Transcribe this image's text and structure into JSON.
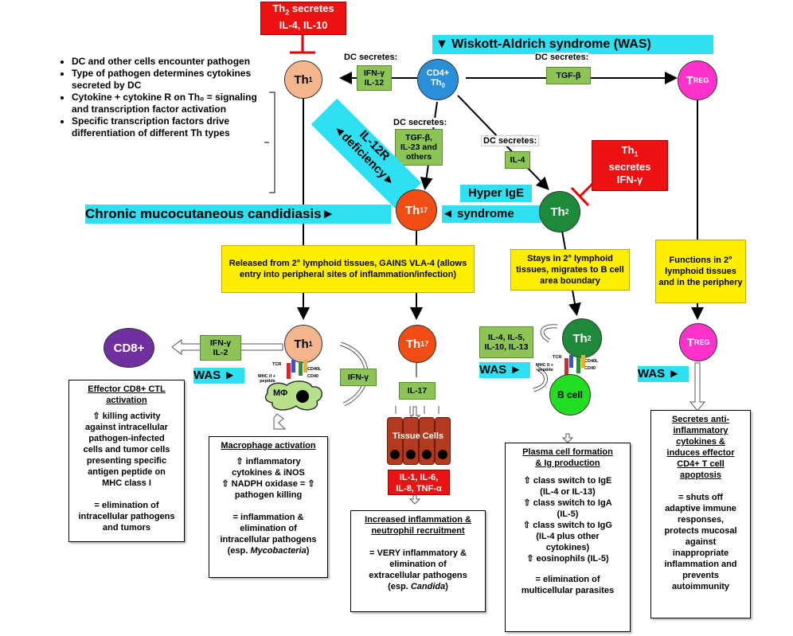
{
  "colors": {
    "th1": "#f5b68d",
    "th0": "#2a8fd9",
    "treg": "#ff33cc",
    "th17": "#f24d12",
    "th2": "#1d8a3a",
    "bcell": "#22dd22",
    "cd8": "#7030a0",
    "green_box": "#8cc456",
    "red_box": "#ee1111",
    "cyan": "#2ee0f2",
    "yellow": "#ffee00"
  },
  "nodes": {
    "th1_top": {
      "main": "Th",
      "sub": "1"
    },
    "th0": {
      "line1": "CD4+",
      "main": "Th",
      "sub": "0"
    },
    "treg_top": {
      "main": "T",
      "sub": "REG"
    },
    "th17_mid": {
      "main": "Th",
      "sub": "17"
    },
    "th2_mid": {
      "main": "Th",
      "sub": "2"
    },
    "th1_bot": {
      "main": "Th",
      "sub": "1"
    },
    "th17_bot": {
      "main": "Th",
      "sub": "17"
    },
    "th2_bot": {
      "main": "Th",
      "sub": "2"
    },
    "treg_bot": {
      "main": "T",
      "sub": "REG"
    },
    "cd8": "CD8+",
    "bcell": "B cell",
    "macrophage": "MΦ",
    "tissue_cells": "Tissue Cells"
  },
  "red_boxes": {
    "th2_secretes": {
      "l1a": "Th",
      "l1sub": "2",
      "l1b": " secretes",
      "l2": "IL-4, IL-10"
    },
    "th1_secretes": {
      "l1a": "Th",
      "l1sub": "1",
      "l2": "secretes",
      "l3": "IFN-γ"
    },
    "il_cytokines": {
      "l1": "IL-1, IL-6,",
      "l2": "IL-8, TNF-α"
    }
  },
  "cyan_labels": {
    "was_top": "▼ Wiskott-Aldrich syndrome (WAS)",
    "il12r_l1": "IL-12R",
    "il12r_l2": "◄deficiency►",
    "hyper_ige_l1": "Hyper IgE",
    "hyper_ige_l2": "◄ syndrome",
    "cmc": "Chronic mucocutaneous candidiasis►",
    "was1": "WAS ►",
    "was2": "WAS ►",
    "was3": "WAS ►"
  },
  "dc_labels": {
    "dc1": "DC secretes:",
    "dc2": "DC secretes:",
    "dc3": "DC secretes:",
    "dc4": "DC secretes:"
  },
  "green_boxes": {
    "ifng_il12": {
      "l1": "IFN-γ",
      "l2": "IL-12"
    },
    "tgfb": "TGF-β",
    "tgfb_il23": {
      "l1": "TGF-β,",
      "l2": "IL-23 and",
      "l3": "others"
    },
    "il4": "IL-4",
    "ifng_il2": {
      "l1": "IFN-γ",
      "l2": "IL-2"
    },
    "ifng": "IFN-γ",
    "il17": "IL-17",
    "il4_il5": {
      "l1": "IL-4, IL-5,",
      "l2": "IL-10, IL-13"
    }
  },
  "bullets": [
    "DC and other cells encounter pathogen",
    "Type of pathogen determines cytokines secreted by DC",
    "Cytokine + cytokine R on Th₀ = signaling and transcription factor activation",
    "Specific transcription factors drive differentiation of different Th types"
  ],
  "yellow_boxes": {
    "released": "Released from 2° lymphoid tissues, GAINS VLA-4 (allows entry into peripheral sites of inflammation/infection)",
    "stays": "Stays in 2° lymphoid tissues, migrates to B cell area boundary",
    "functions": "Functions in 2° lymphoid tissues and in the periphery"
  },
  "receptor_labels": {
    "tcr": "TCR",
    "mhc_l1": "MHC II +",
    "mhc_l2": "peptide",
    "cd40l": "CD40L",
    "cd40": "CD40"
  },
  "outcome_boxes": {
    "cd8": {
      "title_l1": "Effector CD8+ CTL",
      "title_l2": "activation",
      "body": [
        "⇧ killing activity",
        "against intracellular",
        "pathogen-infected",
        "cells and tumor cells",
        "presenting specific",
        "antigen peptide on",
        "MHC class I",
        "",
        "= elimination of",
        "intracellular pathogens",
        "and tumors"
      ]
    },
    "macro": {
      "title": "Macrophage activation",
      "body": [
        "⇧ inflammatory",
        "cytokines & iNOS",
        "⇧ NADPH oxidase = ⇧",
        "pathogen killing",
        "",
        "= inflammation &",
        "elimination of",
        "intracellular pathogens"
      ],
      "last_pre": "(esp. ",
      "last_it": "Mycobacteria",
      "last_post": ")"
    },
    "neutro": {
      "title_l1": "Increased inflammation &",
      "title_l2": "neutrophil recruitment",
      "body": [
        "",
        "= VERY inflammatory &",
        "elimination of",
        "extracellular pathogens"
      ],
      "last_pre": "(esp. ",
      "last_it": "Candida",
      "last_post": ")"
    },
    "plasma": {
      "title_l1": "Plasma cell formation",
      "title_l2": "& Ig production",
      "body": [
        "",
        "⇧ class switch to IgE",
        "(IL-4 or IL-13)",
        "⇧ class switch to IgA",
        "(IL-5)",
        "⇧ class switch to IgG",
        "(IL-4 plus other",
        "cytokines)",
        "⇧ eosinophils (IL-5)",
        "",
        "= elimination of",
        "multicellular parasites"
      ]
    },
    "treg": {
      "title": [
        "Secretes anti-",
        "inflammatory",
        "cytokines &",
        "induces effector",
        "CD4+ T cell",
        "apoptosis"
      ],
      "body": [
        "",
        "= shuts off",
        "adaptive immune",
        "responses,",
        "protects mucosal",
        "against",
        "inappropriate",
        "inflammation and",
        "prevents",
        "autoimmunity"
      ]
    }
  }
}
